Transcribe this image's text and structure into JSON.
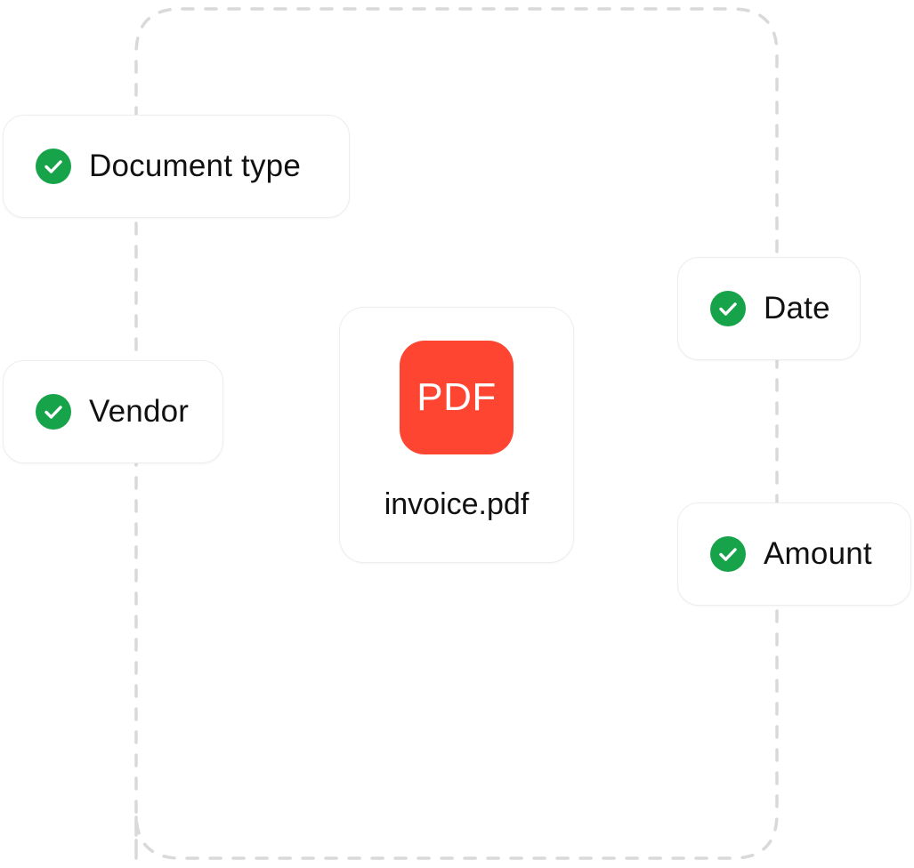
{
  "fields": [
    {
      "key": "doc_type",
      "label": "Document type",
      "status_icon": "check-circle-icon"
    },
    {
      "key": "vendor",
      "label": "Vendor",
      "status_icon": "check-circle-icon"
    },
    {
      "key": "date",
      "label": "Date",
      "status_icon": "check-circle-icon"
    },
    {
      "key": "amount",
      "label": "Amount",
      "status_icon": "check-circle-icon"
    }
  ],
  "file": {
    "badge_text": "PDF",
    "name": "invoice.pdf",
    "icon": "pdf-file-icon"
  },
  "colors": {
    "check_green": "#17a34a",
    "pdf_red": "#fd4532",
    "connector_dash": "#d9d9d9",
    "card_border": "#ededed",
    "text": "#111111"
  }
}
